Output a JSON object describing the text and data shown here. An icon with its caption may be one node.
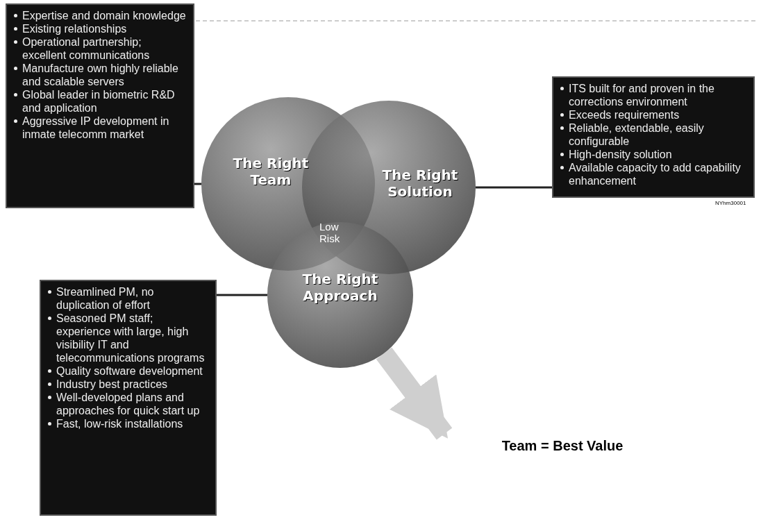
{
  "diagram": {
    "nodes": [
      {
        "text": [
          "Expertise and domain knowledge",
          "Existing relationships",
          "Operational partnership; excellent communications",
          "Manufacture own highly reliable and scalable servers",
          "Global leader in biometric R&D and application",
          "Aggressive IP development in inmate telecomm market"
        ]
      },
      {
        "text": [
          "ITS built for and proven in the corrections environment",
          "Exceeds requirements",
          "Reliable, extendable, easily configurable",
          "High-density solution",
          "Available capacity to add capability enhancement"
        ]
      },
      {
        "text": [
          "Streamlined PM, no duplication of effort",
          "Seasoned PM staff; experience with large, high visibility IT and telecommunications programs",
          "Quality software development",
          "Industry best practices",
          "Well-developed plans and approaches for quick start up",
          "Fast, low-risk installations"
        ]
      },
      {
        "text": [
          "The Right Team"
        ]
      },
      {
        "text": [
          "The Right Solution"
        ]
      },
      {
        "text": [
          "The Right Approach"
        ]
      },
      {
        "text": [
          "Team = Best Value"
        ]
      }
    ],
    "edges": [
      {
        "from": 0,
        "to": 3,
        "arrow": "none"
      },
      {
        "from": 1,
        "to": 4,
        "arrow": "none"
      },
      {
        "from": 2,
        "to": 5,
        "arrow": "none"
      },
      {
        "from": 5,
        "to": 6,
        "arrow": "to",
        "style": "thick",
        "color": "#cfcfcf"
      }
    ],
    "labels": [
      "Low Risk",
      "NYhm30001"
    ]
  }
}
